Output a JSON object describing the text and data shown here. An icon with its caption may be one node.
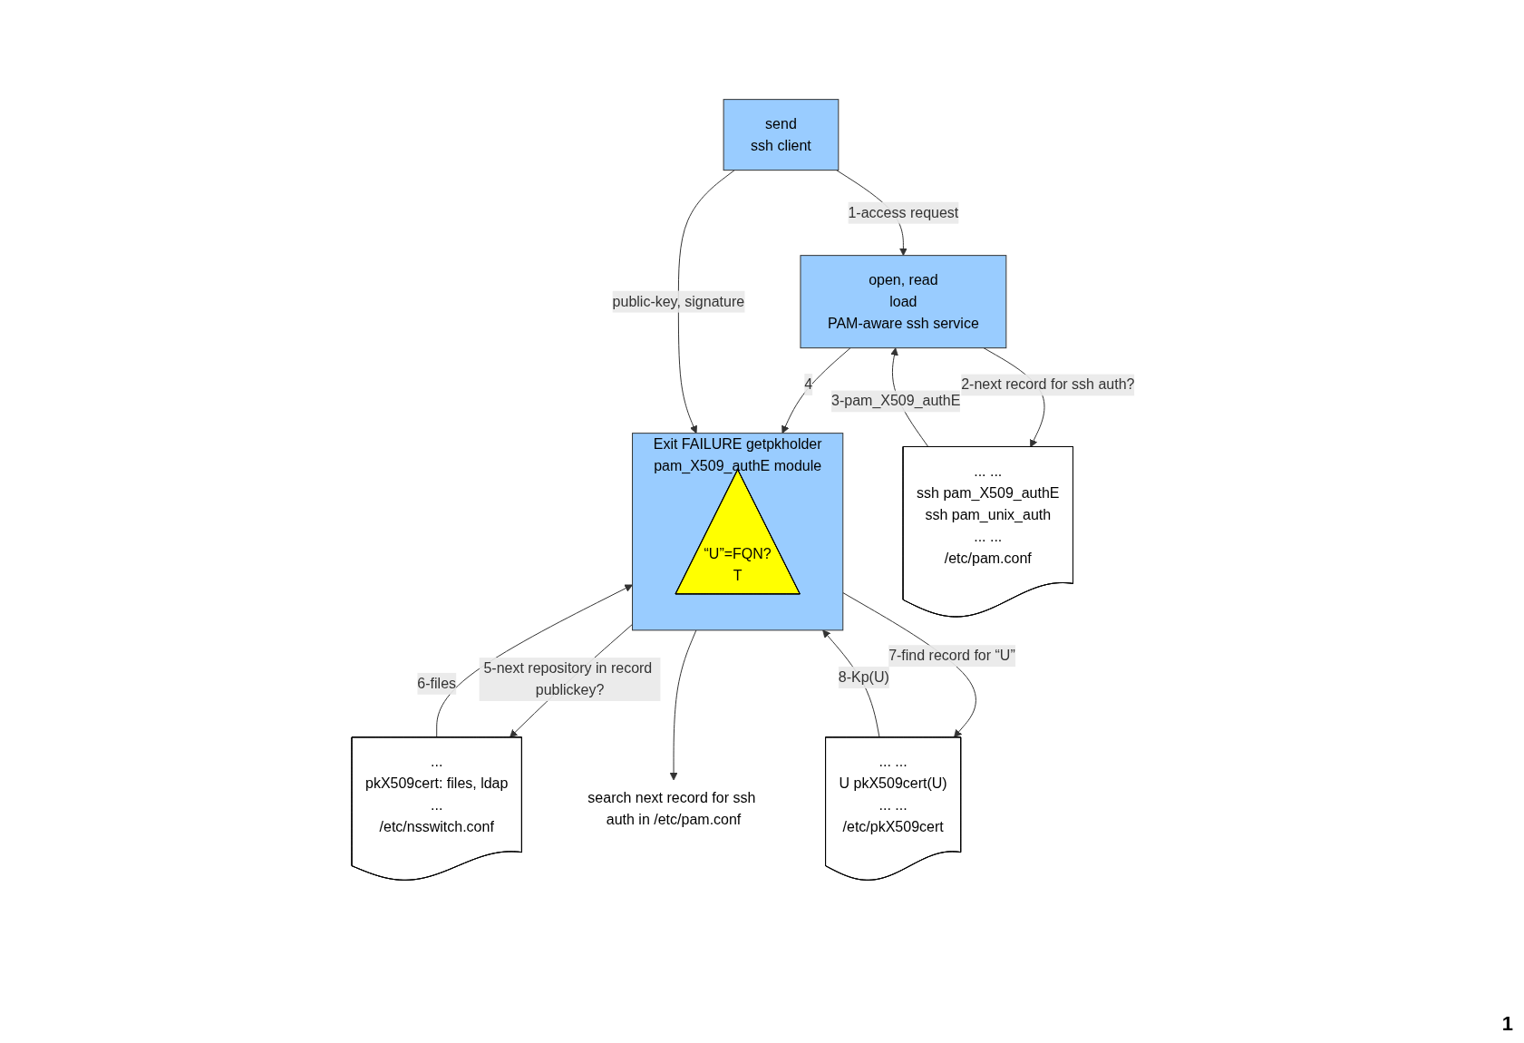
{
  "diagram": {
    "nodes": [
      {
        "text": [
          "send",
          "ssh client"
        ]
      },
      {
        "text": [
          "open, read",
          "load",
          "PAM-aware ssh service"
        ]
      },
      {
        "text": [
          "... ...",
          "ssh pam_X509_authE",
          "ssh pam_unix_auth",
          "... ...",
          "/etc/pam.conf"
        ]
      },
      {
        "text": [
          "Exit FAILURE getpkholder",
          "pam_X509_authE module"
        ]
      },
      {
        "text": [
          "“U”=FQN?",
          "T"
        ],
        "in": 3
      },
      {
        "text": [
          "...",
          "pkX509cert: files, ldap",
          "...",
          "/etc/nsswitch.conf"
        ]
      },
      {
        "text": [
          "... ...",
          "U pkX509cert(U)",
          "... ...",
          "/etc/pkX509cert"
        ]
      },
      {
        "text": [
          "search next record for ssh auth in /etc/pam.conf"
        ]
      }
    ],
    "edges": [
      {
        "from": 0,
        "to": 1,
        "arrow": "to",
        "label": "1-access request"
      },
      {
        "from": 1,
        "to": 2,
        "arrow": "to",
        "label": "2-next record for ssh auth?"
      },
      {
        "from": 2,
        "to": 1,
        "arrow": "to",
        "label": "3-pam_X509_authE"
      },
      {
        "from": 1,
        "to": 3,
        "arrow": "to",
        "label": "4"
      },
      {
        "from": 0,
        "to": 3,
        "arrow": "to",
        "label": "public-key, signature"
      },
      {
        "from": 3,
        "to": 5,
        "arrow": "to",
        "label": "5-next repository in record publickey?"
      },
      {
        "from": 5,
        "to": 3,
        "arrow": "to",
        "label": "6-files"
      },
      {
        "from": 3,
        "to": 6,
        "arrow": "to",
        "label": "7-find record for  “U”"
      },
      {
        "from": 6,
        "to": 3,
        "arrow": "to",
        "label": "8-Kp(U)"
      },
      {
        "from": 3,
        "to": 7,
        "arrow": "to"
      }
    ],
    "labels": [
      "1"
    ]
  }
}
